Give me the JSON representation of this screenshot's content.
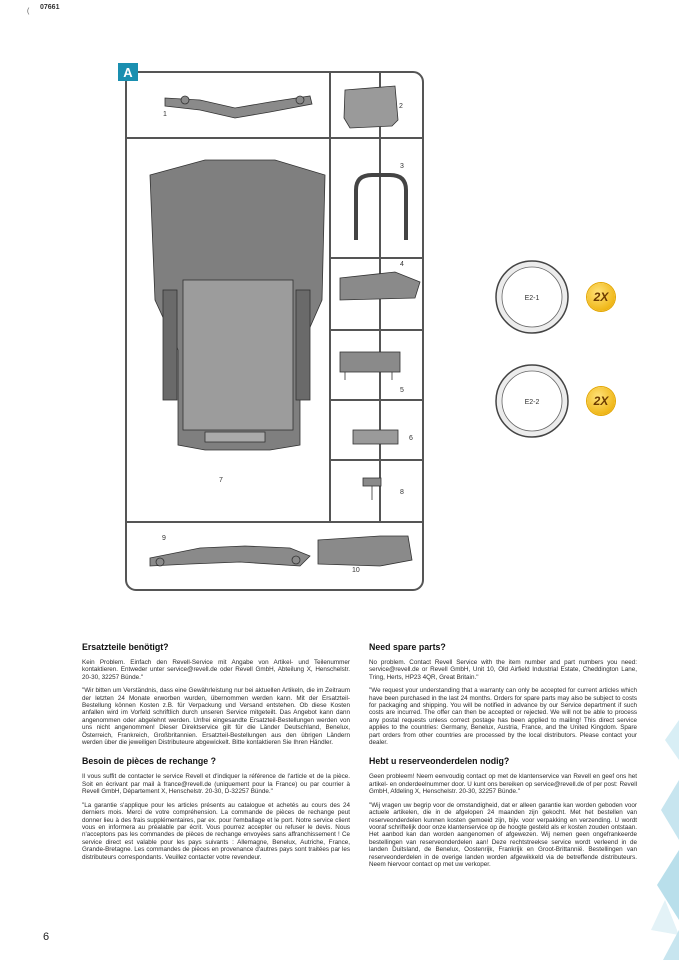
{
  "header": {
    "code": "07661",
    "corner_mark": "("
  },
  "diagram": {
    "sprue_letter": "A",
    "part_numbers": [
      "1",
      "2",
      "3",
      "4",
      "5",
      "6",
      "7",
      "8",
      "9",
      "10"
    ],
    "rings": [
      {
        "label": "E2-1",
        "badge": "2X"
      },
      {
        "label": "E2-2",
        "badge": "2X"
      }
    ]
  },
  "sections": {
    "de": {
      "title": "Ersatzteile benötigt?",
      "p1": "Kein Problem. Einfach den Revell-Service mit Angabe von Artikel- und Teilenummer kontaktieren. Entweder unter service@revell.de oder Revell GmbH, Abteilung X, Henschelstr. 20-30, 32257 Bünde.\"",
      "p2": "\"Wir bitten um Verständnis, dass eine Gewährleistung nur bei aktuellen Artikeln, die im Zeitraum der letzten 24 Monate erworben wurden, übernommen werden kann. Mit der Ersatzteil-Bestellung können Kosten z.B. für Verpackung und Versand entstehen. Ob diese Kosten anfallen wird im Vorfeld schriftlich durch unseren Service mitgeteilt. Das Angebot kann dann angenommen oder abgelehnt werden. Unfrei eingesandte Ersatzteil-Bestellungen werden von uns nicht angenommen! Dieser Direktservice gilt für die Länder Deutschland, Benelux, Österreich, Frankreich, Großbritannien. Ersatzteil-Bestellungen aus den übrigen Ländern werden über die jeweiligen Distributeure abgewickelt. Bitte kontaktieren Sie Ihren Händler."
    },
    "fr": {
      "title": "Besoin de pièces de rechange ?",
      "p1": "Il vous suffit de contacter le service Revell et d'indiquer la référence de l'article et de la pièce. Soit en écrivant par mail à france@revell.de (uniquement pour la France) ou par courrier à Revell GmbH, Département X, Henschelstr. 20-30, D-32257 Bünde.\"",
      "p2": "\"La garantie s'applique pour les articles présents au catalogue et achetés au cours des 24 derniers mois. Merci de votre compréhension. La commande de pièces de rechange peut donner lieu à des frais supplémentaires, par ex. pour l'emballage et le port. Notre service client vous en informera au préalable par écrit. Vous pourrez accepter ou refuser le devis. Nous n'acceptons pas les commandes de pièces de rechange envoyées sans affranchissement ! Ce service direct est valable pour les pays suivants : Allemagne, Benelux, Autriche, France, Grande-Bretagne. Les commandes de pièces en provenance d'autres pays sont traitées par les distributeurs correspondants. Veuillez contacter votre revendeur."
    },
    "en": {
      "title": "Need spare parts?",
      "p1": "No problem. Contact Revell Service with the item number and part numbers you need: service@revell.de or Revell GmbH, Unit 10, Old Airfield Industrial Estate, Cheddington Lane, Tring, Herts, HP23 4QR, Great Britain.\"",
      "p2": "\"We request your understanding that a warranty can only be accepted for current articles which have been purchased in the last 24 months. Orders for spare parts may also be subject to costs for packaging and shipping. You will be notified in advance by our Service department if such costs are incurred. The offer can then be accepted or rejected. We will not be able to process any postal requests unless correct postage has been applied to mailing! This direct service applies to the countries: Germany, Benelux, Austria, France, and the United Kingdom. Spare part orders from other countries are processed by the local distributors. Please contact your dealer."
    },
    "nl": {
      "title": "Hebt u reserveonderdelen nodig?",
      "p1": "Geen probleem! Neem eenvoudig contact op met de klantenservice van Revell en geef ons het artikel- en onderdeelnummer door. U kunt ons bereiken op service@revell.de of per post: Revell GmbH, Afdeling X, Henschelstr. 20-30, 32257 Bünde.\"",
      "p2": "\"Wij vragen uw begrip voor de omstandigheid, dat er alleen garantie kan worden geboden voor actuele artikelen, die in de afgelopen 24 maanden zijn gekocht. Met het bestellen van reserveonderdelen kunnen kosten gemoeid zijn, bijv. voor verpakking en verzending. U wordt vooraf schriftelijk door onze klantenservice op de hoogte gesteld als er kosten zouden ontstaan. Het aanbod kan dan worden aangenomen of afgewezen. Wij nemen geen ongefrankeerde bestellingen van reserveonderdelen aan! Deze rechtstreekse service wordt verleend in de landen Duitsland, de Benelux, Oostenrijk, Frankrijk en Groot-Brittannië. Bestellingen van reserveonderdelen in de overige landen worden afgewikkeld via de betreffende distributeurs. Neem hiervoor contact op met uw verkoper."
    }
  },
  "footer": {
    "page_number": "6"
  },
  "colors": {
    "accent": "#1a8fb0",
    "badge": "#f0b81a",
    "sprue": "#555555",
    "part_fill": "#8a8a8a"
  }
}
